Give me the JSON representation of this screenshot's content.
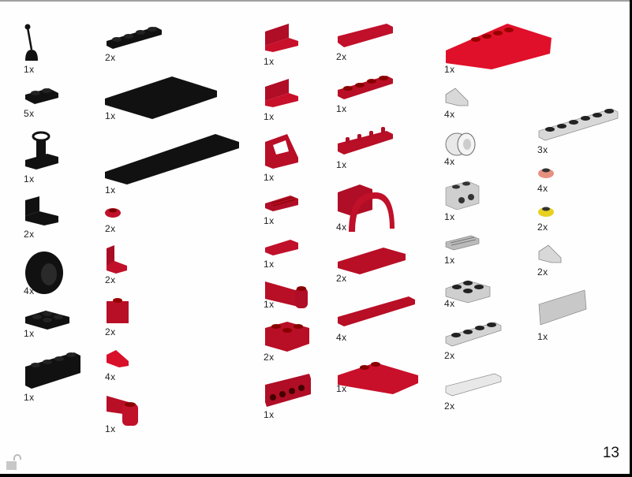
{
  "page": {
    "number": "13",
    "type": "parts-list",
    "colors": {
      "black": "#111111",
      "red": "#c0102a",
      "bright_red": "#e0102a",
      "light_gray": "#d8d8d8",
      "salmon": "#e89080",
      "yellow": "#e8d020"
    }
  },
  "parts": [
    {
      "id": "p1",
      "name": "lever-black",
      "color": "black",
      "qty": "1x"
    },
    {
      "id": "p2",
      "name": "plate-1x2-black",
      "color": "black",
      "qty": "5x"
    },
    {
      "id": "p3",
      "name": "steering-wheel-holder-black",
      "color": "black",
      "qty": "1x"
    },
    {
      "id": "p4",
      "name": "panel-1x2x1-black",
      "color": "black",
      "qty": "2x"
    },
    {
      "id": "p5",
      "name": "tire-black",
      "color": "black",
      "qty": "4x"
    },
    {
      "id": "p6",
      "name": "plate-2x2-black",
      "color": "black",
      "qty": "1x"
    },
    {
      "id": "p7",
      "name": "brick-1x4-black",
      "color": "black",
      "qty": "1x"
    },
    {
      "id": "p8",
      "name": "plate-1x4-black",
      "color": "black",
      "qty": "2x"
    },
    {
      "id": "p9",
      "name": "plate-4x6-black",
      "color": "black",
      "qty": "1x"
    },
    {
      "id": "p10",
      "name": "plate-2x8-black",
      "color": "black",
      "qty": "1x"
    },
    {
      "id": "p11",
      "name": "plate-round-1x1-red",
      "color": "red",
      "qty": "2x"
    },
    {
      "id": "p12",
      "name": "panel-1x1-red",
      "color": "red",
      "qty": "2x"
    },
    {
      "id": "p13",
      "name": "brick-1x1-red",
      "color": "red",
      "qty": "2x"
    },
    {
      "id": "p14",
      "name": "slope-1x1-red",
      "color": "red",
      "qty": "4x"
    },
    {
      "id": "p15",
      "name": "door-hinge-red",
      "color": "red",
      "qty": "1x"
    },
    {
      "id": "p16",
      "name": "panel-1x2-red-a",
      "color": "red",
      "qty": "1x"
    },
    {
      "id": "p17",
      "name": "panel-1x2-red-b",
      "color": "red",
      "qty": "1x"
    },
    {
      "id": "p18",
      "name": "windscreen-red",
      "color": "red",
      "qty": "1x"
    },
    {
      "id": "p19",
      "name": "grille-tile-red",
      "color": "red",
      "qty": "1x"
    },
    {
      "id": "p20",
      "name": "tile-1x2-red",
      "color": "red",
      "qty": "1x"
    },
    {
      "id": "p21",
      "name": "door-red",
      "color": "red",
      "qty": "1x"
    },
    {
      "id": "p22",
      "name": "brick-2x2-red",
      "color": "red",
      "qty": "2x"
    },
    {
      "id": "p23",
      "name": "bracket-1x4-red",
      "color": "red",
      "qty": "1x"
    },
    {
      "id": "p24",
      "name": "tile-1x4-red",
      "color": "red",
      "qty": "2x"
    },
    {
      "id": "p25",
      "name": "plate-1x4-red",
      "color": "red",
      "qty": "1x"
    },
    {
      "id": "p26",
      "name": "plate-clips-1x4-red",
      "color": "red",
      "qty": "1x"
    },
    {
      "id": "p27",
      "name": "wheel-arch-red",
      "color": "red",
      "qty": "4x"
    },
    {
      "id": "p28",
      "name": "plate-2x4-red",
      "color": "red",
      "qty": "2x"
    },
    {
      "id": "p29",
      "name": "plate-1x6-red",
      "color": "red",
      "qty": "4x"
    },
    {
      "id": "p30",
      "name": "wedge-plate-4x4-red-a",
      "color": "red",
      "qty": "1x"
    },
    {
      "id": "p31",
      "name": "wedge-plate-4x4-red-b",
      "color": "bright_red",
      "qty": "1x"
    },
    {
      "id": "p32",
      "name": "slope-1x1-gray",
      "color": "light_gray",
      "qty": "4x"
    },
    {
      "id": "p33",
      "name": "rim-gray",
      "color": "light_gray",
      "qty": "4x"
    },
    {
      "id": "p34",
      "name": "brick-studs-side-1x2-gray",
      "color": "light_gray",
      "qty": "1x"
    },
    {
      "id": "p35",
      "name": "grille-gray",
      "color": "light_gray",
      "qty": "1x"
    },
    {
      "id": "p36",
      "name": "plate-2x2-gray",
      "color": "light_gray",
      "qty": "4x"
    },
    {
      "id": "p37",
      "name": "plate-1x4-gray",
      "color": "light_gray",
      "qty": "2x"
    },
    {
      "id": "p38",
      "name": "tile-1x4-gray",
      "color": "light_gray",
      "qty": "2x"
    },
    {
      "id": "p39",
      "name": "plate-1x6-gray",
      "color": "light_gray",
      "qty": "3x"
    },
    {
      "id": "p40",
      "name": "round-plate-salmon",
      "color": "salmon",
      "qty": "4x"
    },
    {
      "id": "p41",
      "name": "round-plate-yellow",
      "color": "yellow",
      "qty": "2x"
    },
    {
      "id": "p42",
      "name": "slope-gray-b",
      "color": "light_gray",
      "qty": "2x"
    },
    {
      "id": "p43",
      "name": "panel-1x4-gray",
      "color": "light_gray",
      "qty": "1x"
    }
  ],
  "icons": {
    "lock": "unlocked-padlock-icon"
  }
}
